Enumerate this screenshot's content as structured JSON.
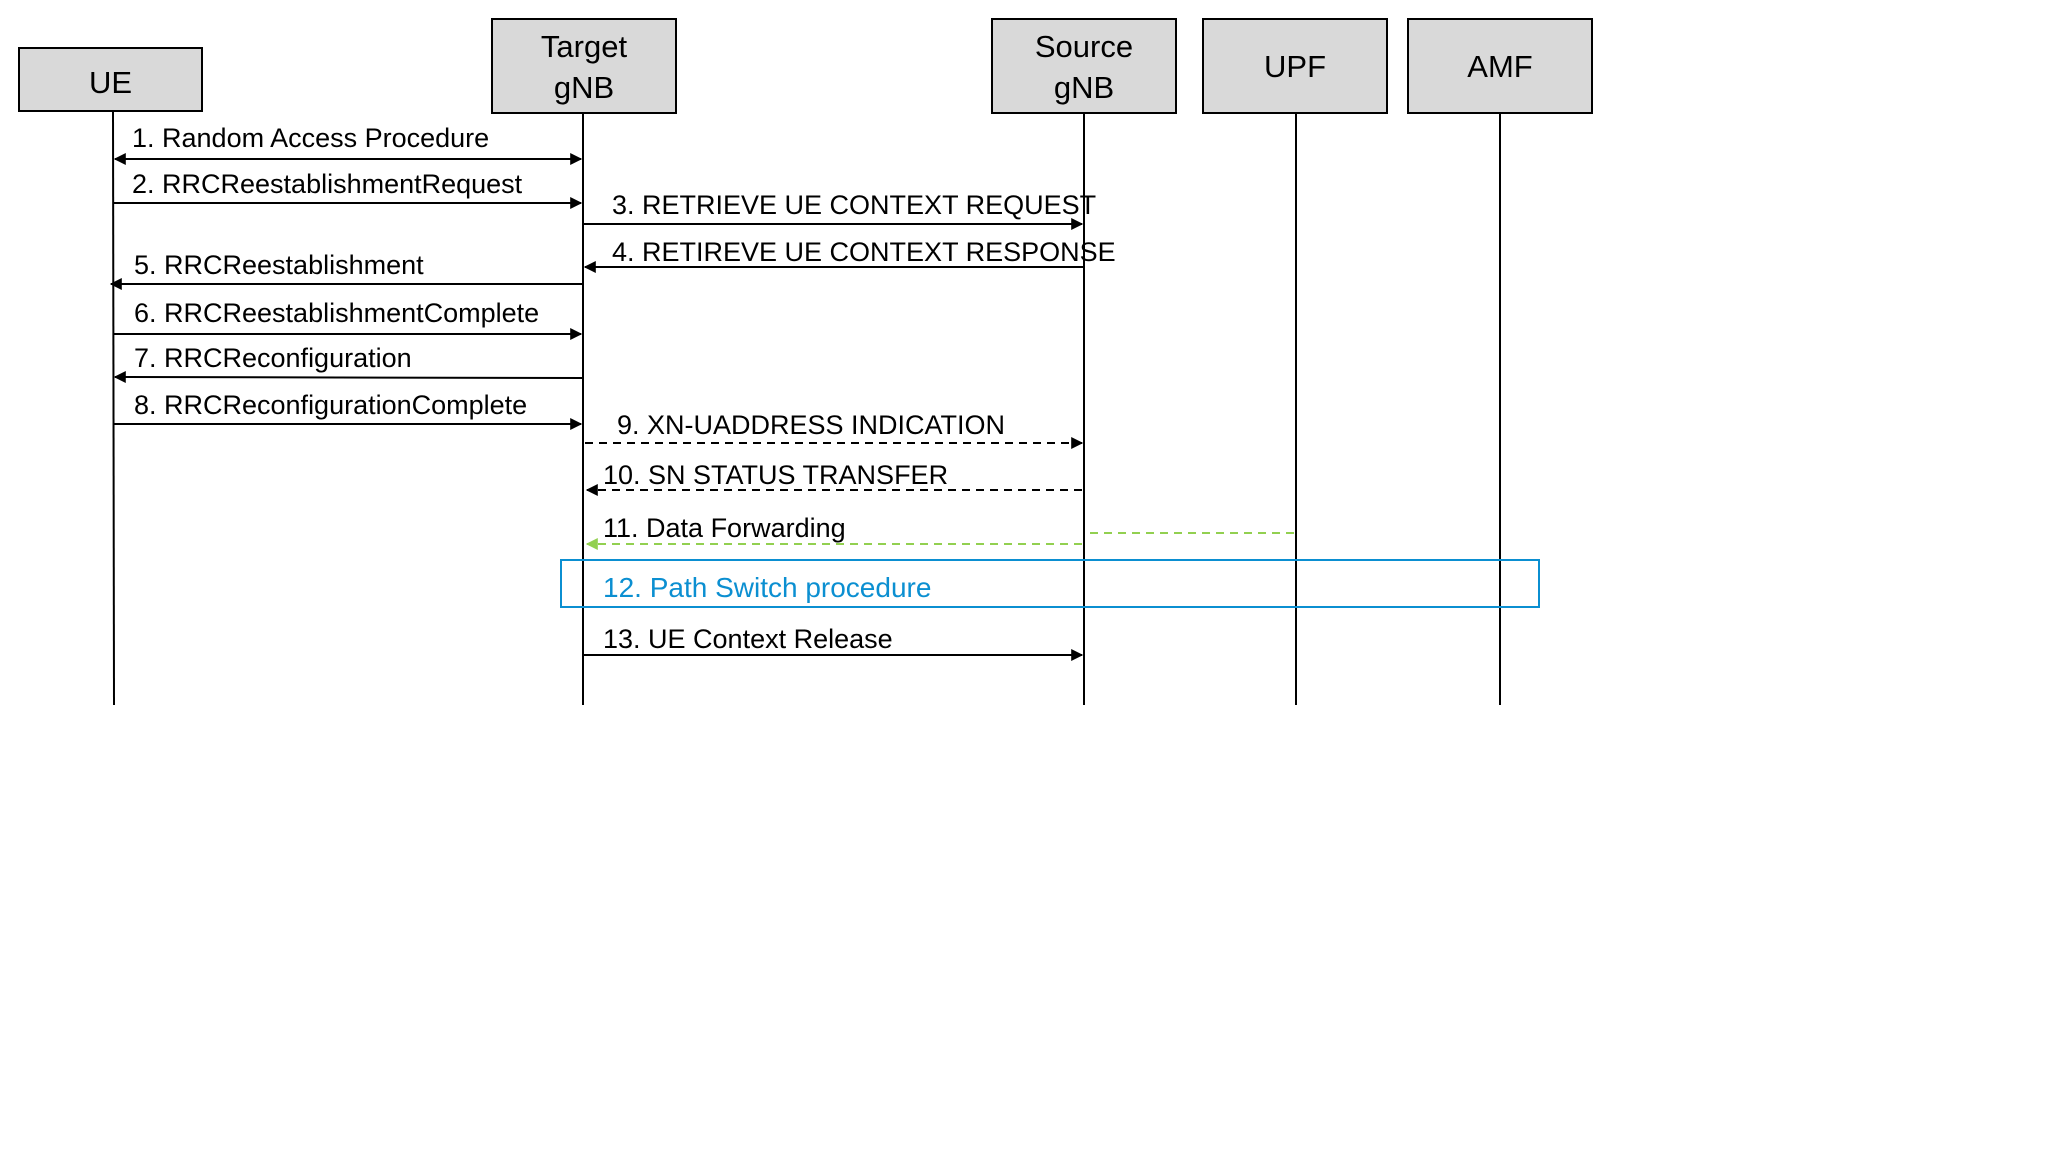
{
  "actors": {
    "ue": {
      "lines": [
        "UE"
      ]
    },
    "target": {
      "lines": [
        "Target",
        "gNB"
      ]
    },
    "source": {
      "lines": [
        "Source",
        "gNB"
      ]
    },
    "upf": {
      "lines": [
        "UPF"
      ]
    },
    "amf": {
      "lines": [
        "AMF"
      ]
    }
  },
  "messages": [
    {
      "id": "m1",
      "label": "1. Random Access Procedure",
      "from": "ue",
      "to": "target",
      "bidirectional": true,
      "style": "solid",
      "color": "#000000"
    },
    {
      "id": "m2",
      "label": "2. RRCReestablishmentRequest",
      "from": "ue",
      "to": "target",
      "style": "solid",
      "color": "#000000"
    },
    {
      "id": "m3",
      "label": "3. RETRIEVE UE CONTEXT REQUEST",
      "from": "target",
      "to": "source",
      "style": "solid",
      "color": "#000000"
    },
    {
      "id": "m4",
      "label": "4. RETIREVE UE CONTEXT RESPONSE",
      "from": "source",
      "to": "target",
      "style": "solid",
      "color": "#000000"
    },
    {
      "id": "m5",
      "label": "5. RRCReestablishment",
      "from": "target",
      "to": "ue",
      "style": "solid",
      "color": "#000000"
    },
    {
      "id": "m6",
      "label": "6. RRCReestablishmentComplete",
      "from": "ue",
      "to": "target",
      "style": "solid",
      "color": "#000000"
    },
    {
      "id": "m7",
      "label": "7. RRCReconfiguration",
      "from": "target",
      "to": "ue",
      "style": "solid",
      "color": "#000000"
    },
    {
      "id": "m8",
      "label": "8. RRCReconfigurationComplete",
      "from": "ue",
      "to": "target",
      "style": "solid",
      "color": "#000000"
    },
    {
      "id": "m9",
      "label": "9. XN-UADDRESS INDICATION",
      "from": "target",
      "to": "source",
      "style": "dashed",
      "color": "#000000"
    },
    {
      "id": "m10",
      "label": "10. SN STATUS TRANSFER",
      "from": "source",
      "to": "target",
      "style": "dashed",
      "color": "#000000"
    },
    {
      "id": "m11",
      "label": "11. Data Forwarding",
      "from": "upf",
      "to": "target",
      "style": "dashed",
      "color": "#92d050"
    },
    {
      "id": "m13",
      "label": "13. UE Context Release",
      "from": "target",
      "to": "source",
      "style": "solid",
      "color": "#000000"
    }
  ],
  "procedure": {
    "label": "12. Path Switch procedure",
    "color": "#0b8fd1"
  }
}
